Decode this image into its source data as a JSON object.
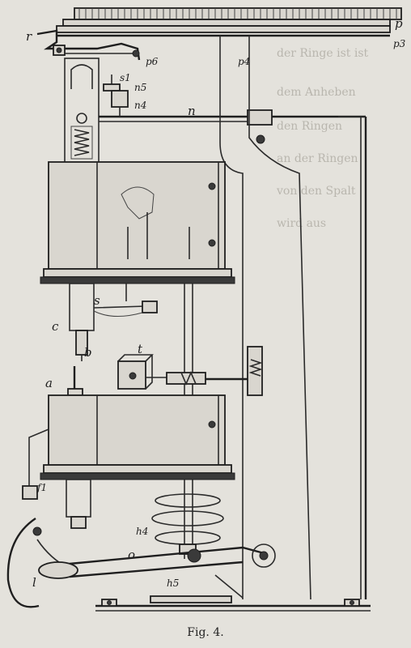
{
  "figure": {
    "caption": "Fig. 4.",
    "labels": {
      "r": "r",
      "p": "p",
      "p3": "p3",
      "p6": "p6",
      "p4": "p4",
      "s1": "s1",
      "n5": "n5",
      "n4": "n4",
      "n": "n",
      "s": "s",
      "c": "c",
      "b": "b",
      "t": "t",
      "a": "a",
      "f1": "f1",
      "h4": "h4",
      "o": "o",
      "l": "l",
      "h5": "h5"
    }
  },
  "bleed_text": [
    "der Ringe ist ist",
    "dem Anheben",
    "den Ringen",
    "an der Ringen",
    "von den Spalt",
    "wird aus"
  ]
}
